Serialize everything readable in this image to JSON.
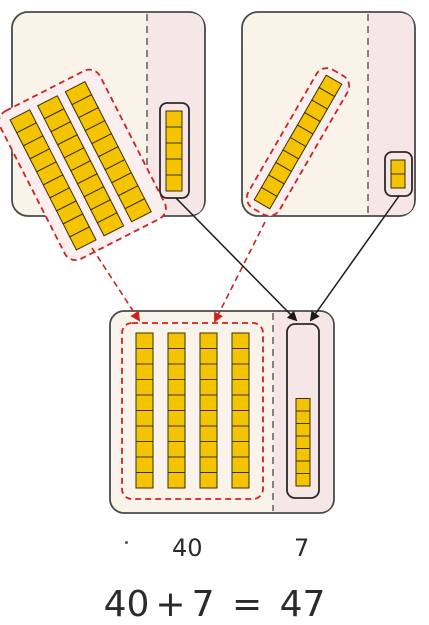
{
  "place_value": {
    "tens_value": "40",
    "ones_value": "7"
  },
  "equation": {
    "left": "40",
    "plus": "+",
    "middle": "7",
    "equals": "=",
    "result": "47"
  },
  "counts": {
    "left_mat_tens_rods": 3,
    "left_mat_ones_cubes": 5,
    "right_mat_tens_rods": 1,
    "right_mat_ones_cubes": 2,
    "combined_tens_rods": 4,
    "combined_ones_cubes": 7
  },
  "colors": {
    "block_fill": "#f5c400",
    "block_stroke": "#3a3000",
    "mat_fill": "#f9f3e9",
    "ones_column_fill": "#f7e6e6",
    "dashed_red": "#cc2222",
    "arrow_black": "#1a1a1a"
  }
}
